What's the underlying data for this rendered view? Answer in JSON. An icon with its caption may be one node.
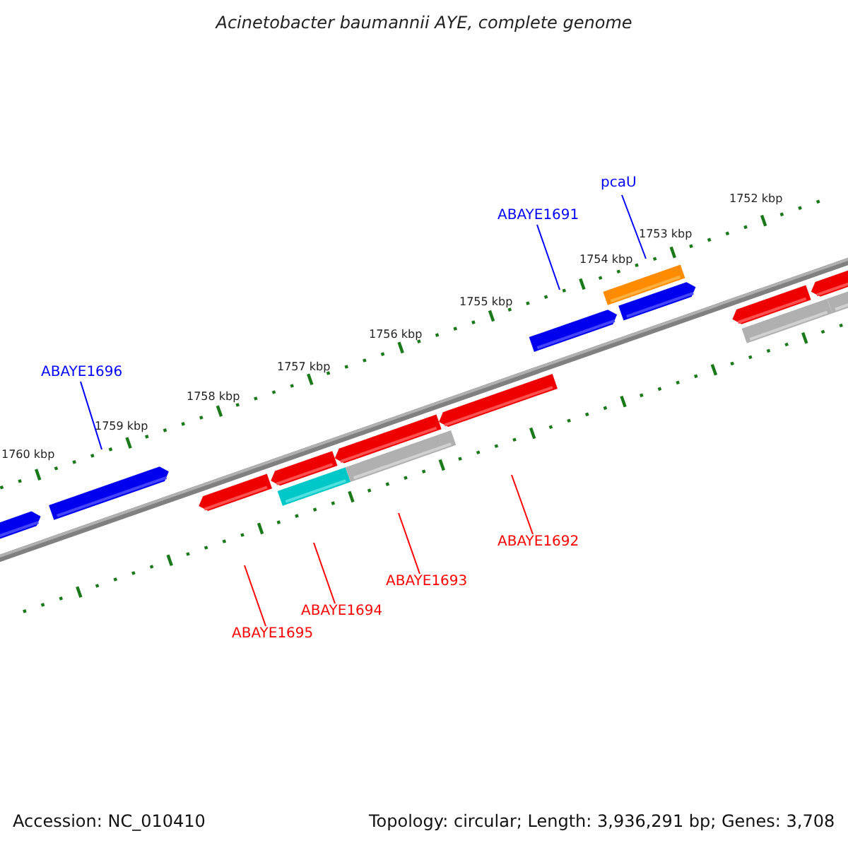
{
  "diagram": {
    "title": "Acinetobacter baumannii AYE, complete genome",
    "nodes": [
      {
        "text": [
          "pcaU"
        ]
      },
      {
        "text": [
          "ABAYE1691"
        ]
      },
      {
        "text": [
          "ABAYE1696"
        ]
      },
      {
        "text": [
          "ABAYE1692"
        ]
      },
      {
        "text": [
          "ABAYE1693"
        ]
      },
      {
        "text": [
          "ABAYE1694"
        ]
      },
      {
        "text": [
          "ABAYE1695"
        ]
      }
    ],
    "edges": [
      {
        "from": 0,
        "to": null,
        "arrow": "none",
        "color": "#0000ff"
      },
      {
        "from": 1,
        "to": null,
        "arrow": "none",
        "color": "#0000ff"
      },
      {
        "from": 2,
        "to": null,
        "arrow": "none",
        "color": "#0000ff"
      },
      {
        "from": 3,
        "to": null,
        "arrow": "none",
        "color": "#ff0000"
      },
      {
        "from": 4,
        "to": null,
        "arrow": "none",
        "color": "#ff0000"
      },
      {
        "from": 5,
        "to": null,
        "arrow": "none",
        "color": "#ff0000"
      },
      {
        "from": 6,
        "to": null,
        "arrow": "none",
        "color": "#ff0000"
      }
    ],
    "labels": [
      "1752 kbp",
      "1753 kbp",
      "1754 kbp",
      "1755 kbp",
      "1756 kbp",
      "1757 kbp",
      "1758 kbp",
      "1759 kbp",
      "1760 kbp",
      "Accession: NC_010410",
      "Topology: circular; Length: 3,936,291 bp; Genes: 3,708"
    ]
  }
}
